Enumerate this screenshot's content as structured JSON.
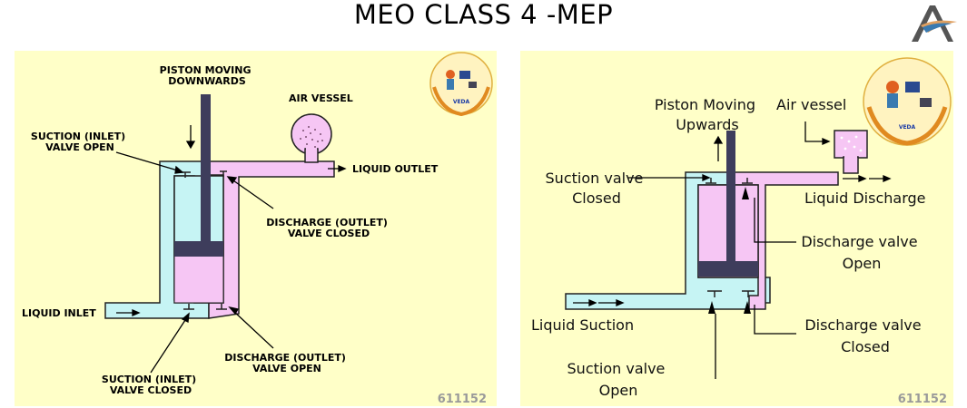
{
  "header": {
    "title": "MEO CLASS 4 -MEP"
  },
  "colors": {
    "panel_bg": "#ffffc8",
    "suction_side": "#c6f4f4",
    "discharge_side": "#f6c6f4",
    "piston": "#3e3d5c",
    "outline": "#222222"
  },
  "left_diagram": {
    "piston_label": [
      "PISTON MOVING",
      "DOWNWARDS"
    ],
    "air_vessel_label": "AIR VESSEL",
    "suction_open_label": [
      "SUCTION (INLET)",
      "VALVE OPEN"
    ],
    "liquid_outlet_label": "LIQUID OUTLET",
    "discharge_closed_label": [
      "DISCHARGE (OUTLET)",
      "VALVE CLOSED"
    ],
    "liquid_inlet_label": "LIQUID INLET",
    "discharge_open_label": [
      "DISCHARGE (OUTLET)",
      "VALVE OPEN"
    ],
    "suction_closed_label": [
      "SUCTION (INLET)",
      "VALVE CLOSED"
    ],
    "code": "611152"
  },
  "right_diagram": {
    "piston_label": [
      "Piston Moving",
      "Upwards"
    ],
    "air_vessel_label": "Air vessel",
    "suction_closed_label": [
      "Suction valve",
      "Closed"
    ],
    "liquid_discharge_label": "Liquid Discharge",
    "discharge_open_label": [
      "Discharge valve",
      "Open"
    ],
    "liquid_suction_label": "Liquid Suction",
    "discharge_closed_label": [
      "Discharge valve",
      "Closed"
    ],
    "suction_open_label": [
      "Suction valve",
      "Open"
    ],
    "code": "611152"
  },
  "badge": {
    "name": "VEDA"
  }
}
